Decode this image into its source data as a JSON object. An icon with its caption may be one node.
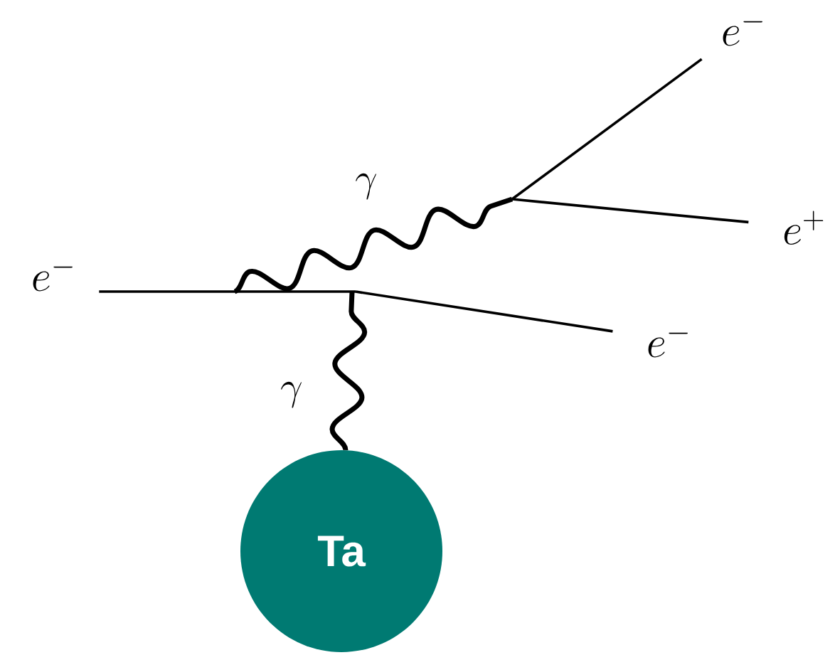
{
  "diagram": {
    "nodes": [
      {
        "text": [
          "e^{-}"
        ]
      },
      {
        "text": [
          "e^{-}"
        ]
      },
      {
        "text": [
          "e^{+}"
        ]
      },
      {
        "text": [
          "e^{-}"
        ]
      },
      {
        "text": [
          "Ta"
        ]
      }
    ],
    "edges": [
      {
        "from": 0,
        "to": null,
        "arrow": "none"
      },
      {
        "from": null,
        "to": 3,
        "arrow": "none"
      },
      {
        "from": 4,
        "to": null,
        "arrow": "none",
        "style": "thick",
        "label": "\\gamma"
      },
      {
        "from": null,
        "to": 1,
        "arrow": "none"
      },
      {
        "from": null,
        "to": 2,
        "arrow": "none"
      }
    ],
    "labels": [
      "\\gamma"
    ]
  }
}
